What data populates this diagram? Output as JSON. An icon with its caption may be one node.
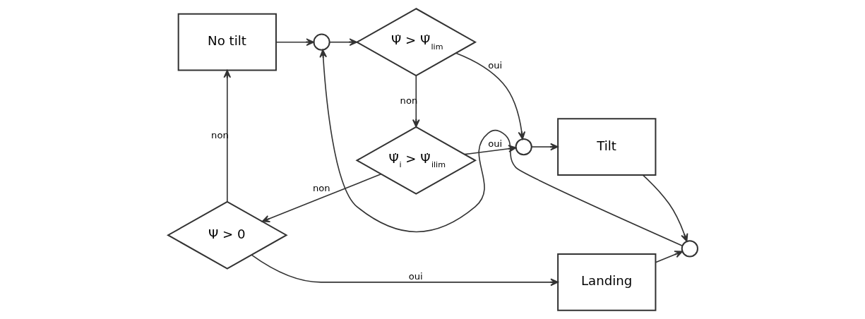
{
  "diagram": {
    "nodes": [
      {
        "text": [
          "No tilt"
        ]
      },
      {
        "text": [],
        "shape": "circle"
      },
      {
        "text": [
          "Ψ̇ > Ψ̇$_{lim}$"
        ]
      },
      {
        "text": [],
        "shape": "circle"
      },
      {
        "text": [
          "Tilt"
        ]
      },
      {
        "text": [],
        "shape": "circle"
      },
      {
        "text": [
          "Ψ > 0"
        ]
      },
      {
        "text": [
          "Ψ̇$_{i}$ > Ψ̇$_{i}$$_{lim}$"
        ]
      },
      {
        "text": [
          "Landing"
        ]
      }
    ],
    "edges": [
      {
        "from": 0,
        "to": 1,
        "arrow": "to"
      },
      {
        "from": 1,
        "to": 2,
        "arrow": "to"
      },
      {
        "from": 2,
        "to": 3,
        "arrow": "to",
        "label": "oui"
      },
      {
        "from": 3,
        "to": 4,
        "arrow": "to"
      },
      {
        "from": 4,
        "to": 5,
        "arrow": "to"
      },
      {
        "from": 5,
        "to": 1,
        "arrow": "to"
      },
      {
        "from": 2,
        "to": 7,
        "arrow": "to",
        "label": "non"
      },
      {
        "from": 7,
        "to": 3,
        "arrow": "to",
        "label": "oui"
      },
      {
        "from": 7,
        "to": 6,
        "arrow": "to",
        "label": "non"
      },
      {
        "from": 6,
        "to": 0,
        "arrow": "to",
        "label": "non"
      },
      {
        "from": 6,
        "to": 8,
        "arrow": "to",
        "label": "oui"
      },
      {
        "from": 8,
        "to": 5,
        "arrow": "to"
      }
    ]
  }
}
